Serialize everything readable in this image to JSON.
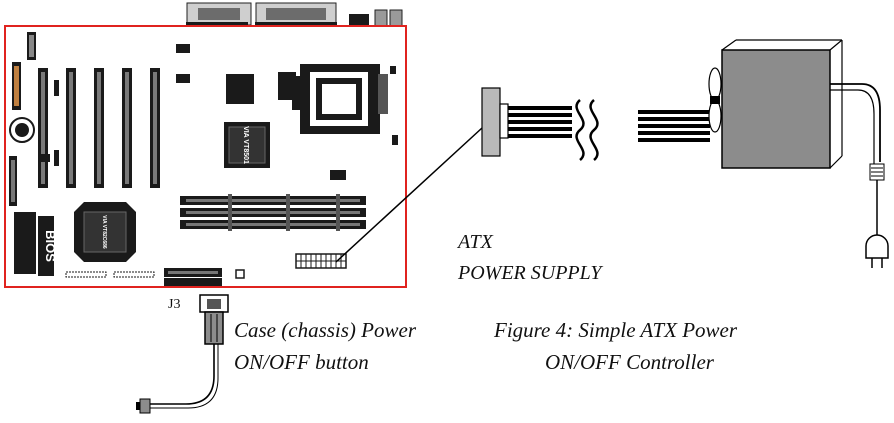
{
  "labels": {
    "atx_line1": "ATX",
    "atx_line2": "POWER SUPPLY",
    "case_line1": "Case (chassis) Power",
    "case_line2": "ON/OFF button",
    "figure_line1": "Figure 4: Simple ATX Power",
    "figure_line2": "ON/OFF Controller",
    "jumper": "J3"
  },
  "chips": {
    "via_main": "VIA VT8501",
    "via_south": "VIA VT82C686",
    "bios": "BIOS"
  },
  "colors": {
    "board_outline": "#e0231f",
    "dark": "#1a1a1a",
    "psu_fill": "#8c8c8c",
    "connector_fill": "#b9b9b9",
    "wire": "#000000"
  },
  "icons": [
    "motherboard",
    "atx-connector",
    "cable-break",
    "power-supply",
    "fan",
    "ac-plug",
    "power-switch"
  ]
}
